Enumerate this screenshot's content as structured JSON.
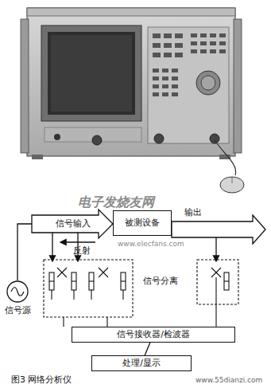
{
  "diagram": {
    "caption": "图3 网络分析仪",
    "nodes": [
      {
        "text": [
          "被测设备"
        ]
      },
      {
        "text": [
          "信号源"
        ]
      },
      {
        "text": [
          "信号接收器/检波器"
        ]
      },
      {
        "text": [
          "处理/显示"
        ]
      }
    ],
    "edges": [
      {
        "from": 2,
        "to": 3,
        "arrow": "none"
      }
    ],
    "labels": [
      "信号输入",
      "输出",
      "反射",
      "信号分离",
      "电子发烧友网",
      "www.elecfans.com",
      "www.55dianzi.com"
    ]
  }
}
